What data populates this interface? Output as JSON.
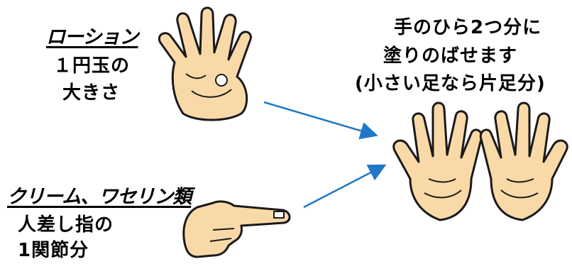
{
  "lotion": {
    "heading": "ローション",
    "line1": "１円玉の",
    "line2": "大きさ"
  },
  "cream": {
    "heading": "クリーム、ワセリン類",
    "line1": "人差し指の",
    "line2": "1関節分"
  },
  "result": {
    "line1": "手のひら2つ分に",
    "line2": "塗りのばせます",
    "line3": "(小さい足なら片足分)"
  },
  "colors": {
    "skin": "#F9D9A8",
    "outline": "#1a1a1a",
    "arrow": "#1F77C8"
  },
  "icons": {
    "single_hand": "open-palm-with-coin-icon",
    "pointing_hand": "pointing-finger-icon",
    "two_hands": "two-open-palms-icon"
  }
}
